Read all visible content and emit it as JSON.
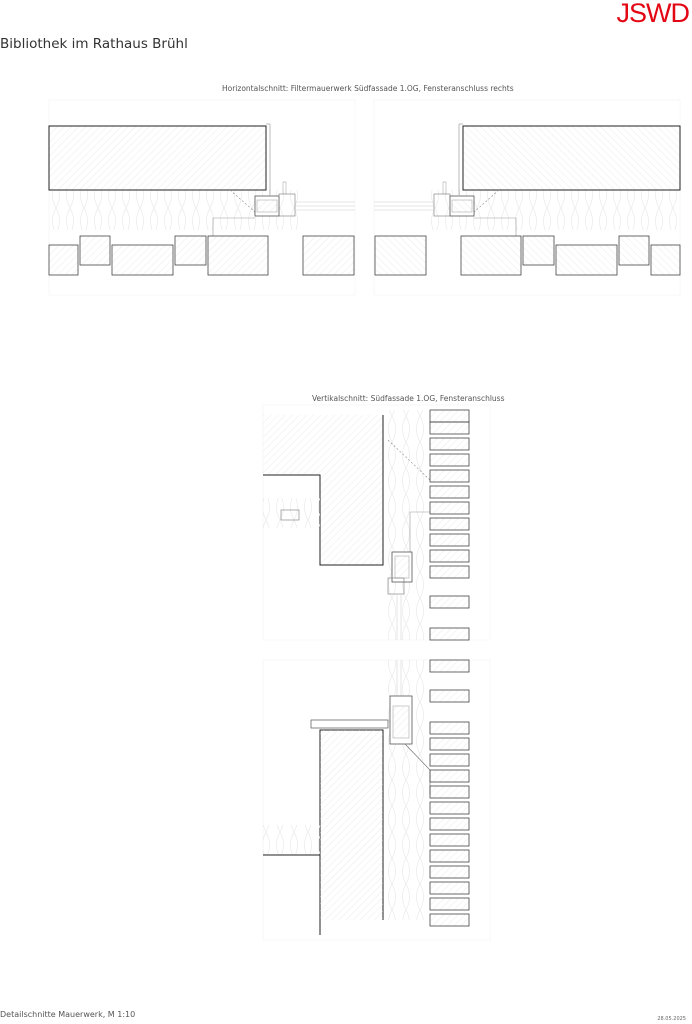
{
  "header": {
    "logo": "JSWD",
    "project_title": "Bibliothek im Rathaus Brühl"
  },
  "drawings": [
    {
      "caption": "Horizontalschnitt: Filtermauerwerk Südfassade 1.OG, Fensteranschluss rechts"
    },
    {
      "caption": "Vertikalschnitt: Südfassade 1.OG, Fensteranschluss"
    }
  ],
  "footer": {
    "sheet_title": "Detailschnitte Mauerwerk, M 1:10",
    "date": "28.05.2025"
  },
  "colors": {
    "brand": "#e30613",
    "line": "#333333",
    "hatch": "#dddddd"
  }
}
